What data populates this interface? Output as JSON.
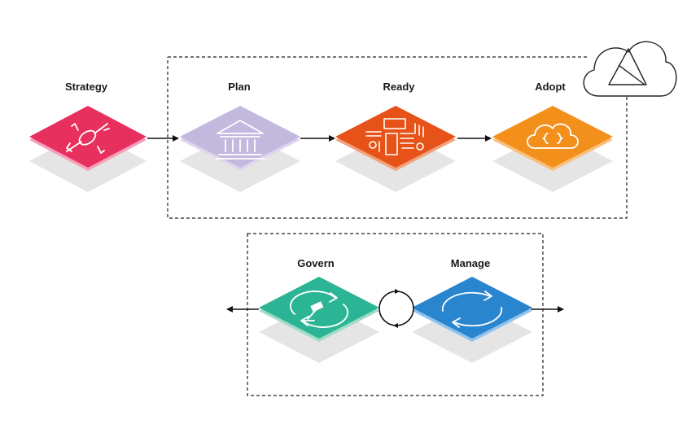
{
  "stages": {
    "strategy": {
      "label": "Strategy",
      "color": "#e8305f",
      "icon": "satellite-icon"
    },
    "plan": {
      "label": "Plan",
      "color": "#c3b8de",
      "icon": "bank-icon"
    },
    "ready": {
      "label": "Ready",
      "color": "#e65218",
      "icon": "layout-icon"
    },
    "adopt": {
      "label": "Adopt",
      "color": "#f3901c",
      "icon": "cloud-icon"
    },
    "govern": {
      "label": "Govern",
      "color": "#2cb594",
      "icon": "gavel-cycle-icon"
    },
    "manage": {
      "label": "Manage",
      "color": "#2a85cf",
      "icon": "cycle-icon"
    }
  },
  "corner_icon": "azure-cloud-icon",
  "connector_icon": "cycle-arrows-icon"
}
